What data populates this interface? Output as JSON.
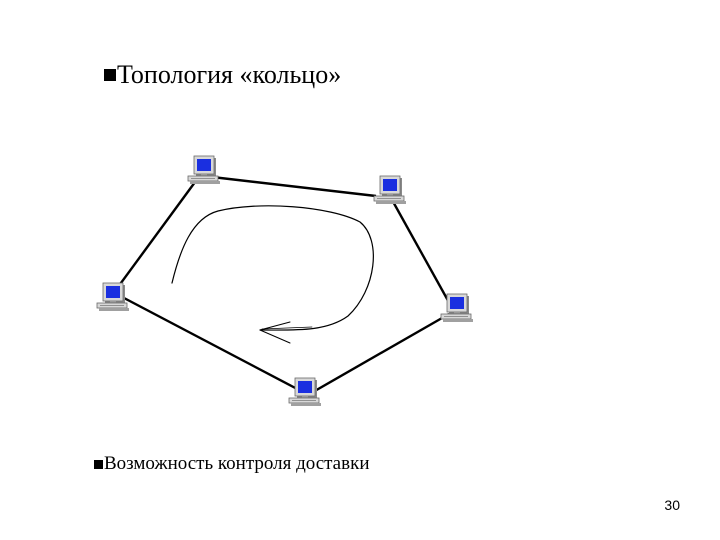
{
  "slide": {
    "title": "Топология «кольцо»",
    "subtitle": "Возможность контроля доставки",
    "page_number": "30"
  },
  "diagram": {
    "nodes": [
      {
        "id": "computer-top-left",
        "icon": "computer-icon"
      },
      {
        "id": "computer-top-right",
        "icon": "computer-icon"
      },
      {
        "id": "computer-right",
        "icon": "computer-icon"
      },
      {
        "id": "computer-bottom",
        "icon": "computer-icon"
      },
      {
        "id": "computer-left",
        "icon": "computer-icon"
      }
    ],
    "links": [
      [
        "computer-top-left",
        "computer-top-right"
      ],
      [
        "computer-top-right",
        "computer-right"
      ],
      [
        "computer-right",
        "computer-bottom"
      ],
      [
        "computer-bottom",
        "computer-left"
      ],
      [
        "computer-left",
        "computer-top-left"
      ]
    ],
    "colors": {
      "screen": "#1a2fe0",
      "case": "#d8d8d8",
      "case_shadow": "#8a8a8a",
      "line": "#000000"
    }
  }
}
